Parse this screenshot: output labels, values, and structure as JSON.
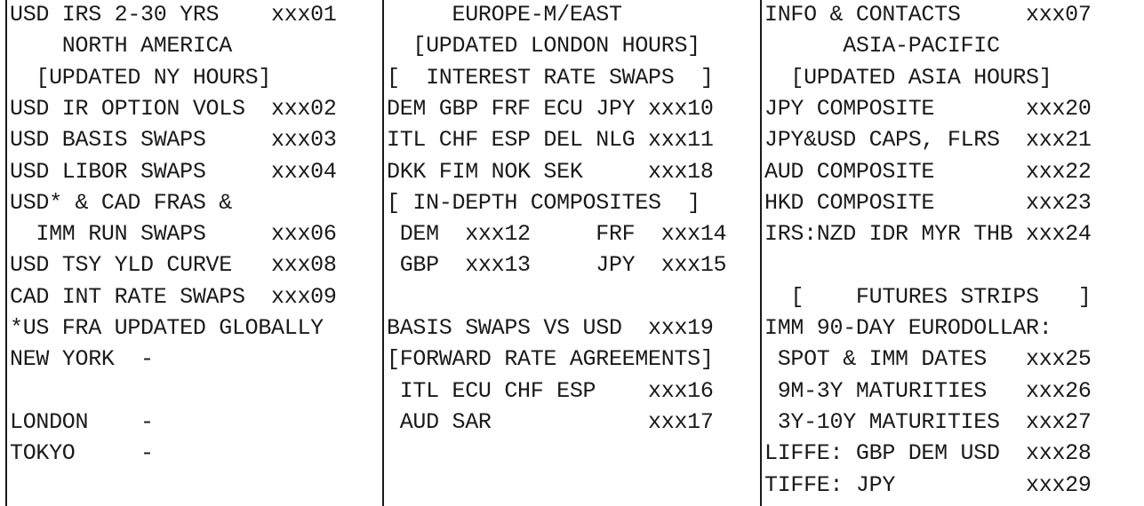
{
  "columns": {
    "left": {
      "lines": [
        "USD IRS 2-30 YRS    xxx01",
        "    NORTH AMERICA",
        "  [UPDATED NY HOURS]",
        "USD IR OPTION VOLS  xxx02",
        "USD BASIS SWAPS     xxx03",
        "USD LIBOR SWAPS     xxx04",
        "USD* & CAD FRAS &",
        "  IMM RUN SWAPS     xxx06",
        "USD TSY YLD CURVE   xxx08",
        "CAD INT RATE SWAPS  xxx09",
        "*US FRA UPDATED GLOBALLY",
        "NEW YORK  -",
        "",
        "LONDON    -",
        "TOKYO     -"
      ]
    },
    "mid": {
      "lines": [
        "     EUROPE-M/EAST",
        "  [UPDATED LONDON HOURS]",
        "[  INTEREST RATE SWAPS  ]",
        "DEM GBP FRF ECU JPY xxx10",
        "ITL CHF ESP DEL NLG xxx11",
        "DKK FIM NOK SEK     xxx18",
        "[ IN-DEPTH COMPOSITES  ]",
        " DEM  xxx12     FRF  xxx14",
        " GBP  xxx13     JPY  xxx15",
        "",
        "BASIS SWAPS VS USD  xxx19",
        "[FORWARD RATE AGREEMENTS]",
        " ITL ECU CHF ESP    xxx16",
        " AUD SAR            xxx17"
      ]
    },
    "right": {
      "lines": [
        "INFO & CONTACTS     xxx07",
        "      ASIA-PACIFIC",
        "  [UPDATED ASIA HOURS]",
        "JPY COMPOSITE       xxx20",
        "JPY&USD CAPS, FLRS  xxx21",
        "AUD COMPOSITE       xxx22",
        "HKD COMPOSITE       xxx23",
        "IRS:NZD IDR MYR THB xxx24",
        "",
        "  [    FUTURES STRIPS   ]",
        "IMM 90-DAY EURODOLLAR:",
        " SPOT & IMM DATES   xxx25",
        " 9M-3Y MATURITIES   xxx26",
        " 3Y-10Y MATURITIES  xxx27",
        "LIFFE: GBP DEM USD  xxx28",
        "TIFFE: JPY          xxx29"
      ]
    }
  }
}
